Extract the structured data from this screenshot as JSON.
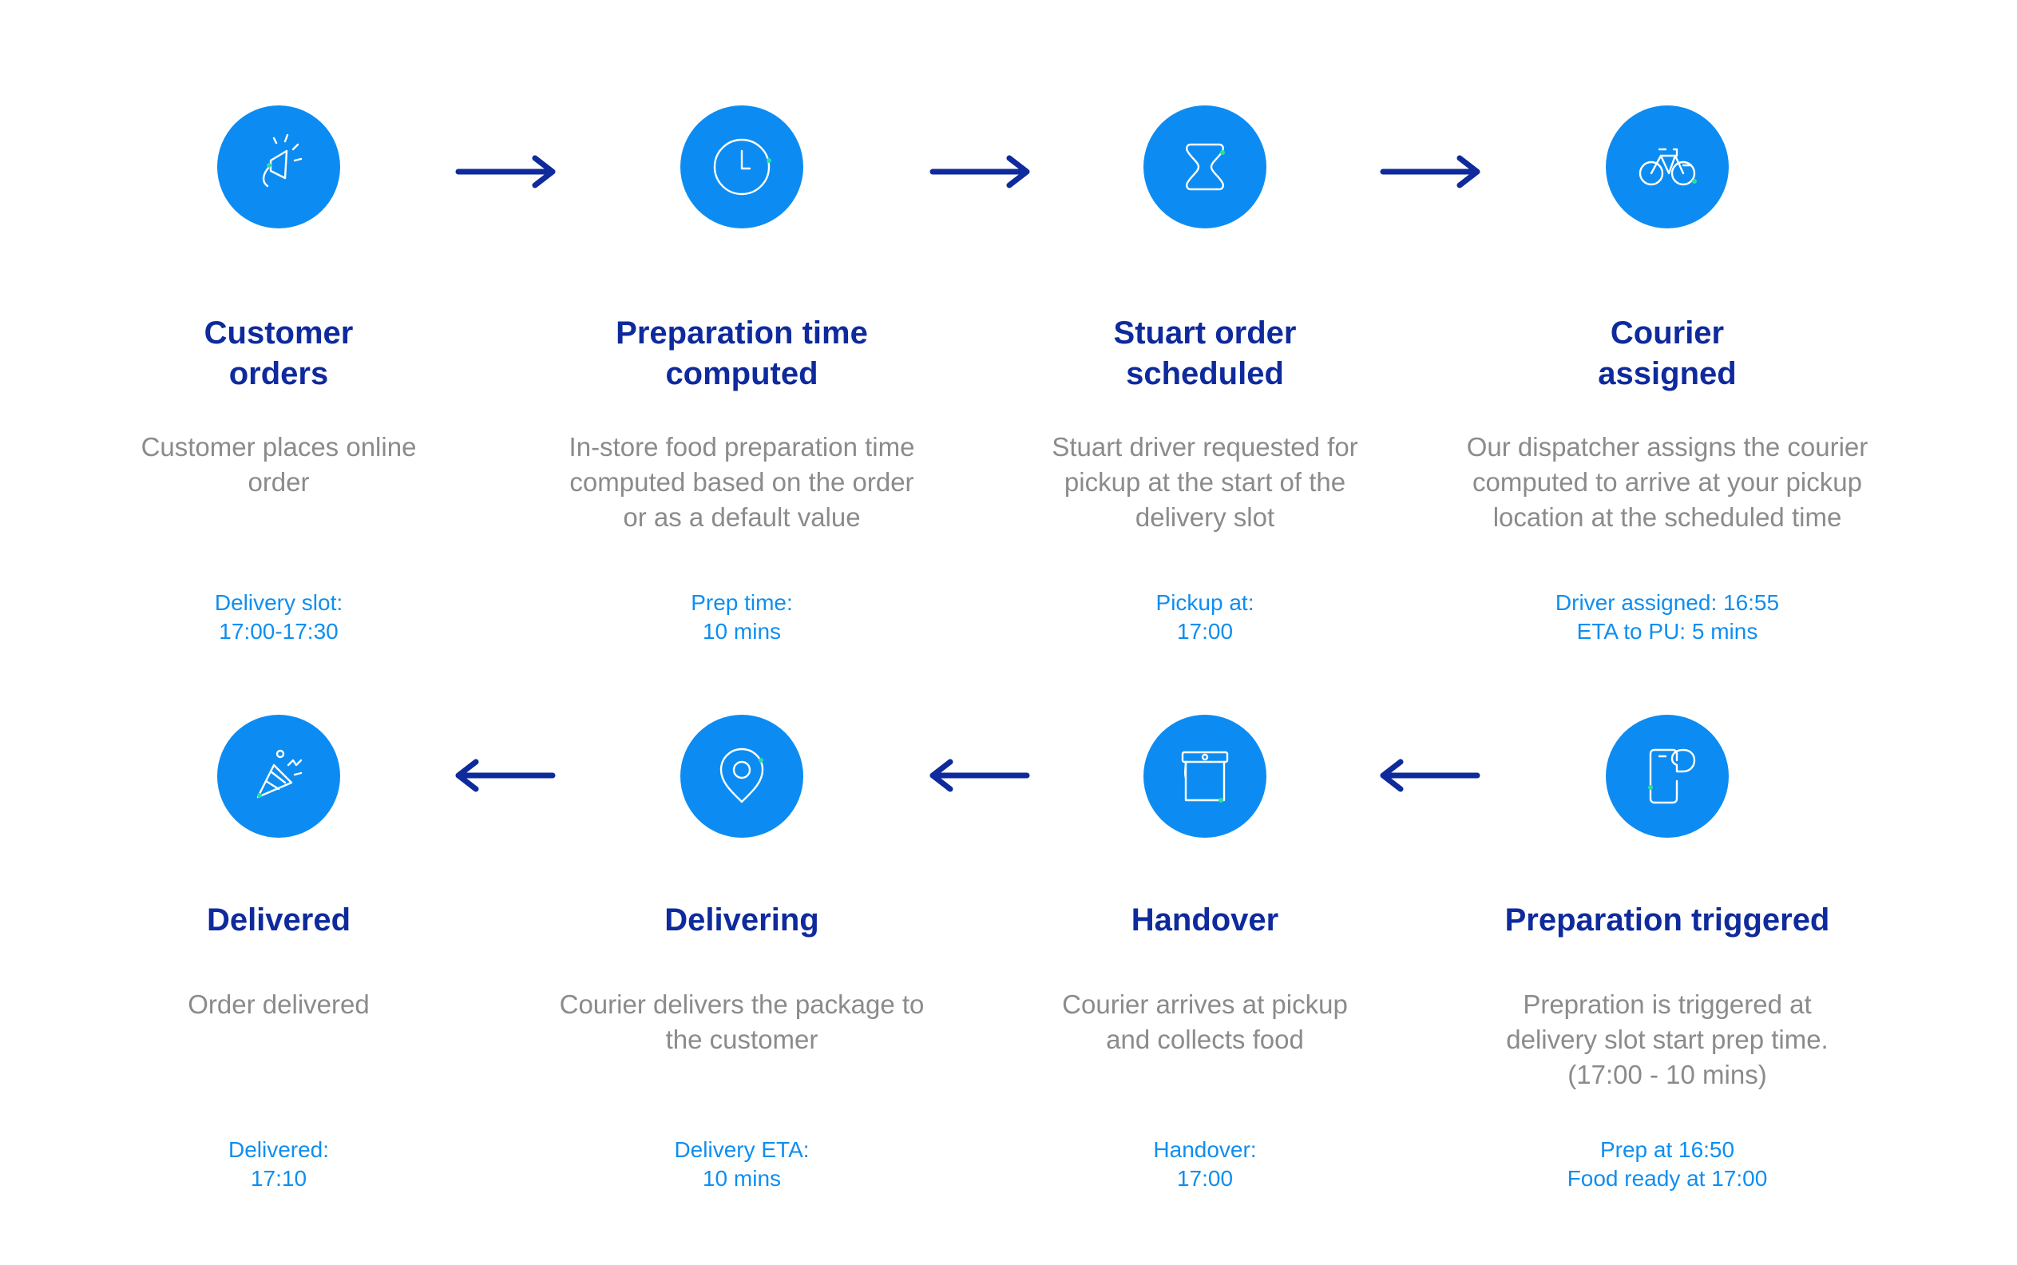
{
  "colors": {
    "circle": "#0c8cf2",
    "title": "#0e2a9c",
    "description": "#8b8b8b",
    "meta": "#0f8ef0",
    "arrow": "#0e2a9c",
    "accent_dot": "#28e0a0"
  },
  "steps": [
    {
      "icon": "megaphone-icon",
      "title": "Customer\norders",
      "description": "Customer places online\norder",
      "meta": "Delivery slot:\n17:00-17:30"
    },
    {
      "icon": "clock-icon",
      "title": "Preparation time\ncomputed",
      "description": "In-store food preparation time\ncomputed based on the order\nor as a default value",
      "meta": "Prep time:\n10 mins"
    },
    {
      "icon": "hourglass-icon",
      "title": "Stuart order\nscheduled",
      "description": "Stuart driver requested for\npickup at the start of the\ndelivery slot",
      "meta": "Pickup at:\n17:00"
    },
    {
      "icon": "bicycle-icon",
      "title": "Courier\nassigned",
      "description": "Our dispatcher assigns the courier\ncomputed to arrive at your pickup\nlocation at the scheduled time",
      "meta": "Driver assigned: 16:55\nETA to PU: 5 mins"
    },
    {
      "icon": "phone-chat-icon",
      "title": "Preparation triggered",
      "description": "Prepration is triggered at\ndelivery slot start prep time.\n(17:00 - 10 mins)",
      "meta": "Prep at 16:50\nFood ready at 17:00"
    },
    {
      "icon": "food-bag-icon",
      "title": "Handover",
      "description": "Courier arrives at pickup\nand collects food",
      "meta": "Handover:\n17:00"
    },
    {
      "icon": "location-pin-icon",
      "title": "Delivering",
      "description": "Courier delivers the package to\nthe customer",
      "meta": "Delivery ETA:\n10 mins"
    },
    {
      "icon": "party-popper-icon",
      "title": "Delivered",
      "description": "Order delivered",
      "meta": "Delivered:\n17:10"
    }
  ]
}
